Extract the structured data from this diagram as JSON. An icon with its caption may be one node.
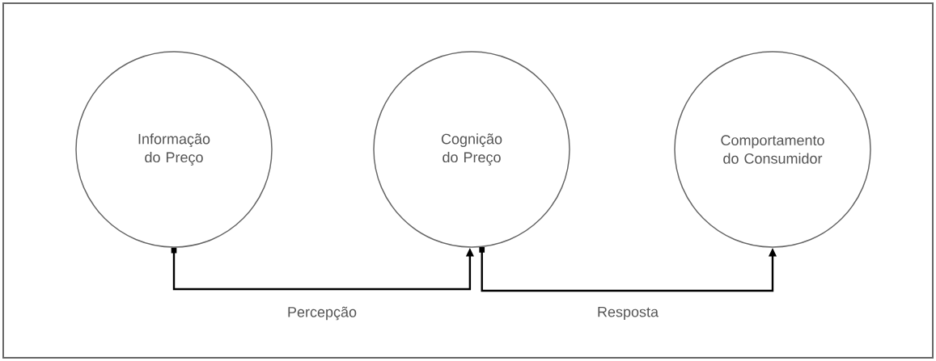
{
  "diagram": {
    "nodes": [
      {
        "text": [
          "Informação do Preço"
        ]
      },
      {
        "text": [
          "Cognição do Preço"
        ]
      },
      {
        "text": [
          "Comportamento do Consumidor"
        ]
      }
    ],
    "edges": [
      {
        "from": 0,
        "to": 1,
        "arrow": "to",
        "label": "Percepção"
      },
      {
        "from": 1,
        "to": 2,
        "arrow": "to",
        "label": "Resposta"
      }
    ]
  }
}
